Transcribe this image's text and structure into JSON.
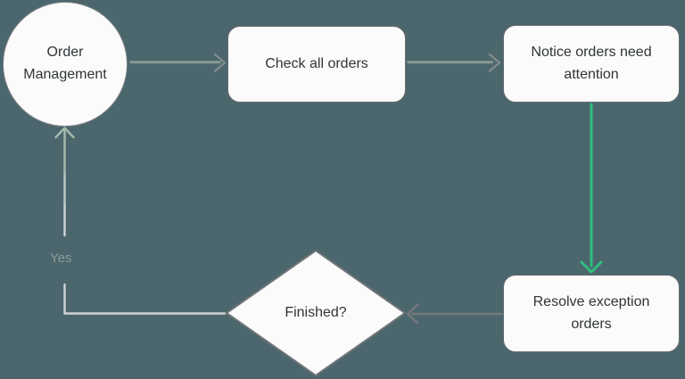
{
  "diagram": {
    "type": "flowchart",
    "nodes": [
      {
        "id": "order-management",
        "shape": "circle",
        "label": "Order Management"
      },
      {
        "id": "check-all-orders",
        "shape": "rect",
        "label": "Check all orders"
      },
      {
        "id": "notice-orders",
        "shape": "rect",
        "label": "Notice orders need attention"
      },
      {
        "id": "resolve-orders",
        "shape": "rect",
        "label": "Resolve exception orders"
      },
      {
        "id": "finished",
        "shape": "diamond",
        "label": "Finished?"
      }
    ],
    "edges": [
      {
        "from": "order-management",
        "to": "check-all-orders",
        "label": "",
        "color_style": "sage-gray"
      },
      {
        "from": "check-all-orders",
        "to": "notice-orders",
        "label": "",
        "color_style": "sage-gray"
      },
      {
        "from": "notice-orders",
        "to": "resolve-orders",
        "label": "",
        "color_style": "green"
      },
      {
        "from": "resolve-orders",
        "to": "finished",
        "label": "",
        "color_style": "gray"
      },
      {
        "from": "finished",
        "to": "order-management",
        "label": "Yes",
        "color_style": "light"
      }
    ]
  },
  "colors": {
    "background": "#4C666E",
    "node_fill": "#FBFBFB",
    "node_border": "#666D6F",
    "circle_border": "#7E8486",
    "diamond_border": "#6E7476",
    "text": "#2F3437",
    "green": "#2FBF7E",
    "gray_line": "#75797B",
    "light_line": "#CFD5D4",
    "sage": "#A6BBAA",
    "duo_green": "#9CB7A2",
    "duo_gray": "#7F8A8B",
    "yes_label": "#8C9B95"
  }
}
